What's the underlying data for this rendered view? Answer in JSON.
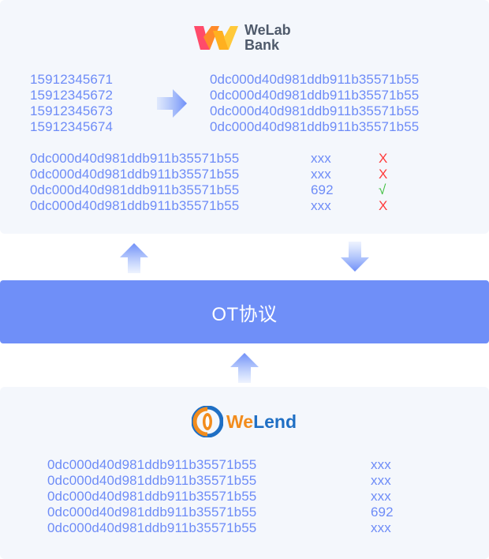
{
  "welab": {
    "line1": "WeLab",
    "line2": "Bank"
  },
  "phones": [
    "15912345671",
    "15912345672",
    "15912345673",
    "15912345674"
  ],
  "hashes_top": [
    "0dc000d40d981ddb911b35571b55",
    "0dc000d40d981ddb911b35571b55",
    "0dc000d40d981ddb911b35571b55",
    "0dc000d40d981ddb911b35571b55"
  ],
  "match_rows": [
    {
      "hash": "0dc000d40d981ddb911b35571b55",
      "value": "xxx",
      "mark": "X",
      "status": "bad"
    },
    {
      "hash": "0dc000d40d981ddb911b35571b55",
      "value": "xxx",
      "mark": "X",
      "status": "bad"
    },
    {
      "hash": "0dc000d40d981ddb911b35571b55",
      "value": "692",
      "mark": "√",
      "status": "ok"
    },
    {
      "hash": "0dc000d40d981ddb911b35571b55",
      "value": "xxx",
      "mark": "X",
      "status": "bad"
    }
  ],
  "ot": {
    "label": "OT协议"
  },
  "welend": {
    "we": "We",
    "lend": "Lend"
  },
  "lend_rows": [
    {
      "hash": "0dc000d40d981ddb911b35571b55",
      "value": "xxx"
    },
    {
      "hash": "0dc000d40d981ddb911b35571b55",
      "value": "xxx"
    },
    {
      "hash": "0dc000d40d981ddb911b35571b55",
      "value": "xxx"
    },
    {
      "hash": "0dc000d40d981ddb911b35571b55",
      "value": "692"
    },
    {
      "hash": "0dc000d40d981ddb911b35571b55",
      "value": "xxx"
    }
  ],
  "colors": {
    "accent": "#6f8ff8",
    "text": "#6e8cf7",
    "panel": "#f4f7fc",
    "ok": "#3bbf3b",
    "bad": "#ff3b3b",
    "welend_orange": "#f28c1d",
    "welend_blue": "#1f6fc4"
  }
}
